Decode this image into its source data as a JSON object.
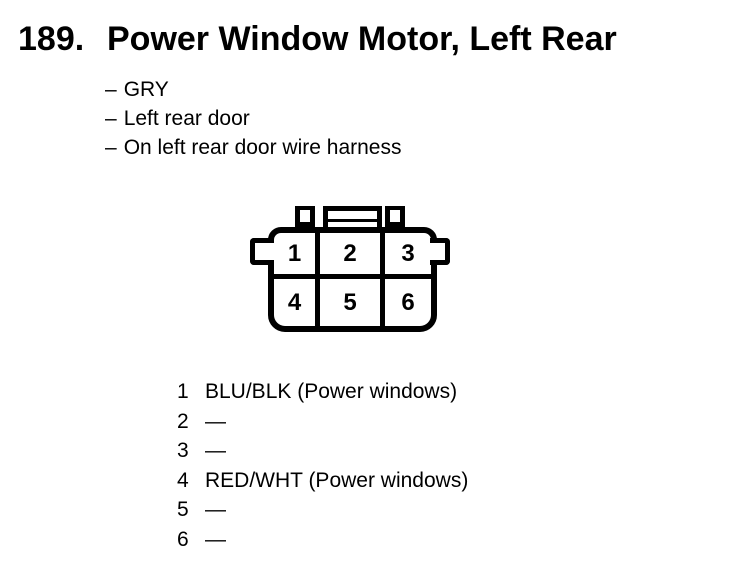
{
  "page": {
    "background": "#ffffff",
    "text_color": "#000000"
  },
  "header": {
    "index": "189.",
    "title": "Power Window Motor, Left Rear"
  },
  "details": {
    "bullet": "–",
    "items": [
      "GRY",
      "Left rear door",
      "On left rear door wire harness"
    ]
  },
  "connector": {
    "description": "6-pin connector, front view, 2 rows of 3 cavities",
    "pins": [
      "1",
      "2",
      "3",
      "4",
      "5",
      "6"
    ]
  },
  "pinout": {
    "rows": [
      {
        "pin": "1",
        "wire": "BLU/BLK (Power windows)"
      },
      {
        "pin": "2",
        "wire": "—"
      },
      {
        "pin": "3",
        "wire": "—"
      },
      {
        "pin": "4",
        "wire": "RED/WHT (Power windows)"
      },
      {
        "pin": "5",
        "wire": "—"
      },
      {
        "pin": "6",
        "wire": "—"
      }
    ]
  }
}
